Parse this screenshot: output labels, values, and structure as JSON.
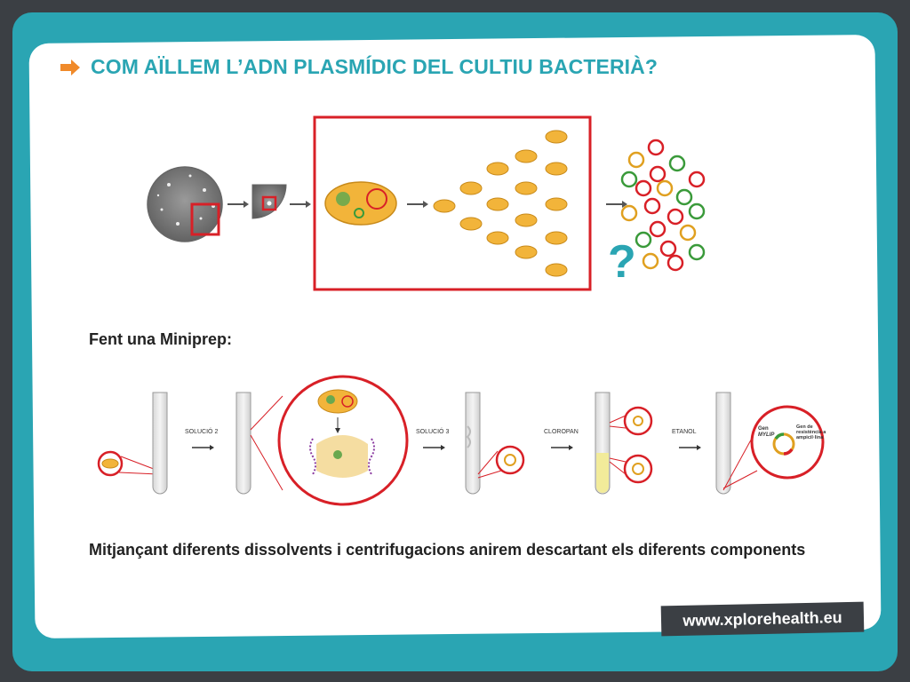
{
  "header": {
    "title": "COM AÏLLEM L’ADN PLASMÍDIC DEL CULTIU BACTERIÀ?"
  },
  "top_figure": {
    "question_mark": "?"
  },
  "miniprep": {
    "subtitle": "Fent una Miniprep:",
    "steps": [
      "SOLUCIÓ 2",
      "SOLUCIÓ 3",
      "CLOROPAN",
      "ETANOL"
    ],
    "labels": {
      "gene": "Gen",
      "gene_name": "MYLIP",
      "resistance": "Gen de resistència a ampicil·lina"
    }
  },
  "description": "Mitjançant diferents dissolvents i centrifugacions anirem descartant els diferents components",
  "footer": {
    "url": "www.xplorehealth.eu"
  },
  "colors": {
    "accent": "#2aa5b3",
    "frame": "#2aa5b3",
    "background": "#3b3f44",
    "highlight": "#d82027",
    "bacteria": "#f2b43a"
  },
  "icons": [
    "arrow-right-icon"
  ]
}
